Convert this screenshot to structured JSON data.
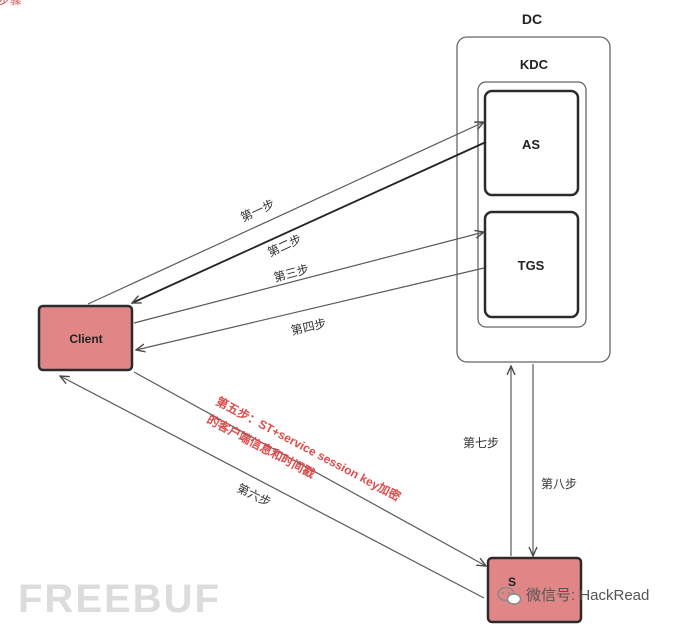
{
  "nodes": {
    "dc": "DC",
    "kdc": "KDC",
    "as": "AS",
    "tgs": "TGS",
    "client": "Client",
    "server": "S"
  },
  "steps": {
    "step1": "第一步",
    "step2": "第二步",
    "step3": "第三步",
    "step4": "第四步",
    "step5_line1": "第五步：ST+service session key加密",
    "step5_line2": "的客户端信息和时间戳",
    "step6": "第六步",
    "step7": "第七步",
    "step8": "第八步"
  },
  "watermark": {
    "brand": "FREEBUF",
    "wechat": "微信号: HackRead"
  },
  "colors": {
    "node_fill": "#e08686",
    "node_stroke": "#2b2b2b",
    "line": "#5a5a5a",
    "highlight_text": "#e04b4b",
    "watermark": "#c8c8c8"
  }
}
